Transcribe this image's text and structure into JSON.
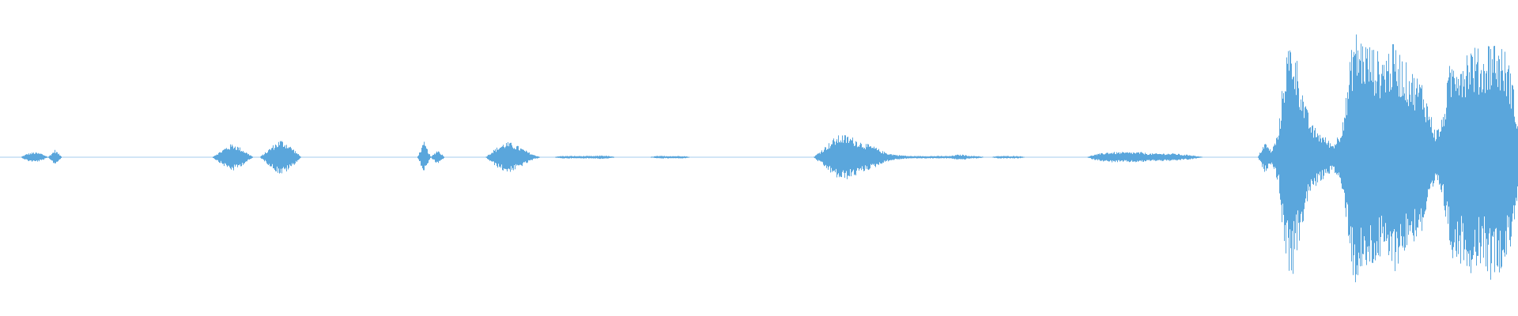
{
  "waveform": {
    "color": "#5aa6dc",
    "background": "#ffffff",
    "envelope": [
      0.002,
      0.002,
      0.002,
      0.002,
      0.03,
      0.04,
      0.03,
      0.002,
      0.06,
      0.002,
      0.002,
      0.002,
      0.002,
      0.002,
      0.002,
      0.002,
      0.002,
      0.002,
      0.002,
      0.002,
      0.002,
      0.002,
      0.002,
      0.002,
      0.002,
      0.002,
      0.002,
      0.002,
      0.002,
      0.002,
      0.002,
      0.002,
      0.04,
      0.08,
      0.11,
      0.08,
      0.04,
      0.002,
      0.002,
      0.05,
      0.1,
      0.14,
      0.11,
      0.06,
      0.002,
      0.002,
      0.002,
      0.002,
      0.002,
      0.002,
      0.002,
      0.002,
      0.002,
      0.002,
      0.002,
      0.002,
      0.002,
      0.002,
      0.002,
      0.002,
      0.002,
      0.002,
      0.12,
      0.002,
      0.06,
      0.002,
      0.002,
      0.002,
      0.002,
      0.002,
      0.002,
      0.002,
      0.05,
      0.09,
      0.12,
      0.11,
      0.08,
      0.05,
      0.02,
      0.002,
      0.002,
      0.002,
      0.01,
      0.01,
      0.01,
      0.01,
      0.01,
      0.01,
      0.015,
      0.01,
      0.002,
      0.002,
      0.002,
      0.002,
      0.002,
      0.002,
      0.01,
      0.01,
      0.01,
      0.01,
      0.01,
      0.002,
      0.002,
      0.002,
      0.002,
      0.002,
      0.002,
      0.002,
      0.002,
      0.002,
      0.002,
      0.002,
      0.002,
      0.002,
      0.002,
      0.002,
      0.002,
      0.002,
      0.002,
      0.002,
      0.05,
      0.1,
      0.15,
      0.18,
      0.17,
      0.15,
      0.12,
      0.1,
      0.08,
      0.05,
      0.03,
      0.02,
      0.015,
      0.01,
      0.01,
      0.01,
      0.01,
      0.01,
      0.01,
      0.01,
      0.02,
      0.02,
      0.01,
      0.01,
      0.002,
      0.002,
      0.01,
      0.01,
      0.01,
      0.01,
      0.002,
      0.002,
      0.002,
      0.002,
      0.002,
      0.002,
      0.002,
      0.002,
      0.002,
      0.002,
      0.02,
      0.03,
      0.04,
      0.04,
      0.04,
      0.04,
      0.04,
      0.04,
      0.03,
      0.03,
      0.03,
      0.03,
      0.03,
      0.02,
      0.02,
      0.01,
      0.002,
      0.002,
      0.002,
      0.002,
      0.002,
      0.002,
      0.002,
      0.002,
      0.002,
      0.12,
      0.05,
      0.2,
      0.8,
      0.95,
      0.7,
      0.4,
      0.25,
      0.2,
      0.15,
      0.1,
      0.2,
      0.5,
      1.0,
      0.95,
      0.9,
      0.85,
      0.8,
      0.85,
      0.88,
      0.8,
      0.7,
      0.65,
      0.6,
      0.4,
      0.2,
      0.3,
      0.7,
      0.85,
      0.8,
      0.9,
      0.85,
      0.8,
      0.95,
      0.9,
      0.85,
      0.7,
      0.3
    ]
  }
}
